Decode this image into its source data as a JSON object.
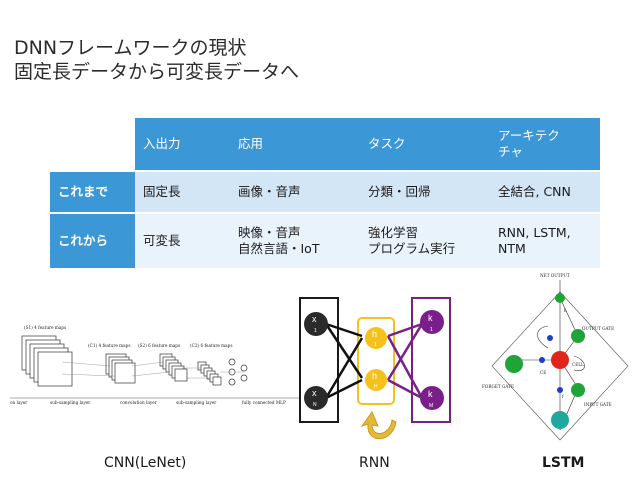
{
  "slide": {
    "title_line1": "DNNフレームワークの現状",
    "title_line2": "固定長データから可変長データへ"
  },
  "table": {
    "headers": [
      "",
      "入出力",
      "応用",
      "タスク",
      "アーキテク\nチャ"
    ],
    "rows": [
      [
        "これまで",
        "固定長",
        "画像・音声",
        "分類・回帰",
        "全結合, CNN"
      ],
      [
        "これから",
        "可変長",
        "映像・音声\n自然言語・IoT",
        "強化学習\nプログラム実行",
        "RNN, LSTM,\nNTM"
      ]
    ]
  },
  "figures": {
    "cnn": {
      "caption": "CNN(LeNet)",
      "labels": {
        "s1": "(S1) 4 feature maps",
        "c1": "(C1) 4 feature maps",
        "s2": "(S2) 6 feature maps",
        "c2": "(C2) 6 feature maps",
        "b1": "on layer",
        "b2": "sub-sampling layer",
        "b3": "convolution layer",
        "b4": "sub-sampling layer",
        "b5": "fully connected MLP"
      }
    },
    "rnn": {
      "caption": "RNN",
      "nodes": {
        "x1": "x",
        "x1_sub": "1",
        "xn": "x",
        "xn_sub": "N",
        "h1": "h",
        "h1_sub": "1",
        "h2": "h",
        "h2_sub": "H",
        "k1": "k",
        "k1_sub": "1",
        "km": "k",
        "km_sub": "M"
      }
    },
    "lstm": {
      "caption": "LSTM",
      "labels": {
        "net_output": "NET OUTPUT",
        "output_gate": "OUTPUT GATE",
        "cell": "CELL",
        "forget_gate": "FORGET GATE",
        "input_gate": "INPUT GATE",
        "h": "h",
        "ce": "CE",
        "f": "f"
      }
    }
  },
  "colors": {
    "header_blue": "#3c97d6",
    "row1": "#d2e6f6",
    "row2": "#e9f3fb",
    "rnn_yellow": "#f5c21c",
    "rnn_purple": "#7a1f8a",
    "lstm_green": "#1fa437",
    "lstm_red": "#e0261b",
    "lstm_blue": "#1c3ccf",
    "lstm_teal": "#1fa8a0"
  }
}
